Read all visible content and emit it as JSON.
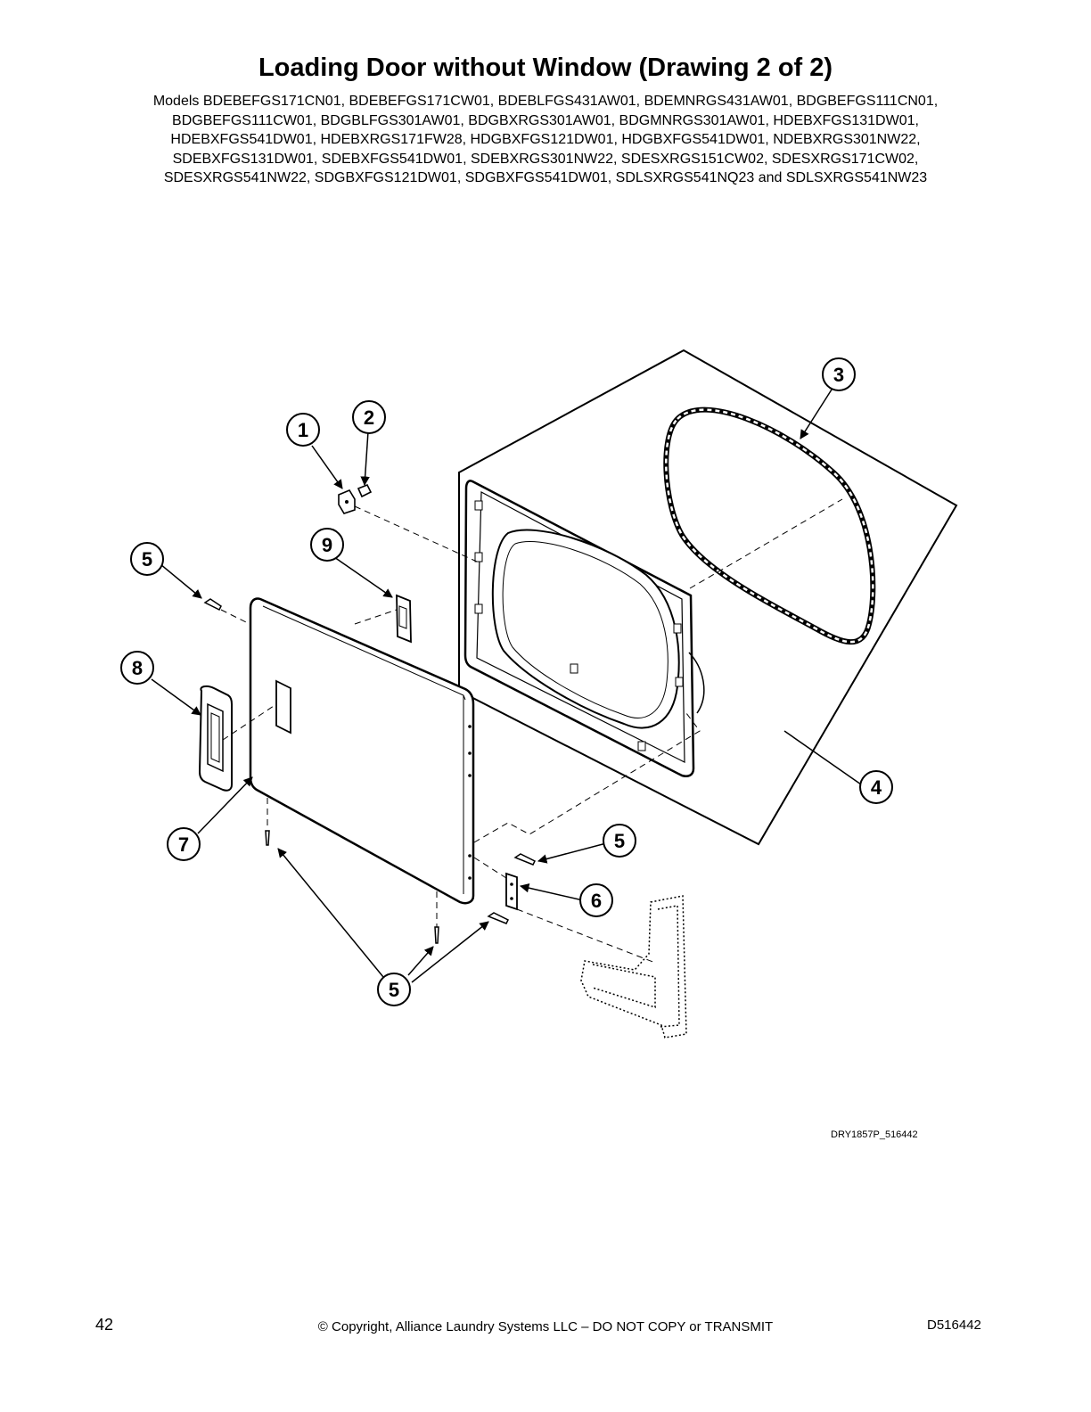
{
  "title": "Loading Door without Window (Drawing 2 of 2)",
  "models_lines": [
    "Models BDEBEFGS171CN01, BDEBEFGS171CW01, BDEBLFGS431AW01, BDEMNRGS431AW01, BDGBEFGS111CN01,",
    "BDGBEFGS111CW01, BDGBLFGS301AW01, BDGBXRGS301AW01, BDGMNRGS301AW01, HDEBXFGS131DW01,",
    "HDEBXFGS541DW01, HDEBXRGS171FW28, HDGBXFGS121DW01, HDGBXFGS541DW01, NDEBXRGS301NW22,",
    "SDEBXFGS131DW01, SDEBXFGS541DW01, SDEBXRGS301NW22, SDESXRGS151CW02, SDESXRGS171CW02,",
    "SDESXRGS541NW22, SDGBXFGS121DW01, SDGBXFGS541DW01, SDLSXRGS541NQ23 and SDLSXRGS541NW23"
  ],
  "callouts": {
    "c1": "1",
    "c2": "2",
    "c3": "3",
    "c4": "4",
    "c5a": "5",
    "c5b": "5",
    "c5c": "5",
    "c6": "6",
    "c7": "7",
    "c8": "8",
    "c9": "9"
  },
  "drawing_id": "DRY1857P_516442",
  "footer": {
    "page_number": "42",
    "copyright": "© Copyright, Alliance Laundry Systems LLC – DO NOT COPY or TRANSMIT",
    "doc_code": "D516442"
  }
}
